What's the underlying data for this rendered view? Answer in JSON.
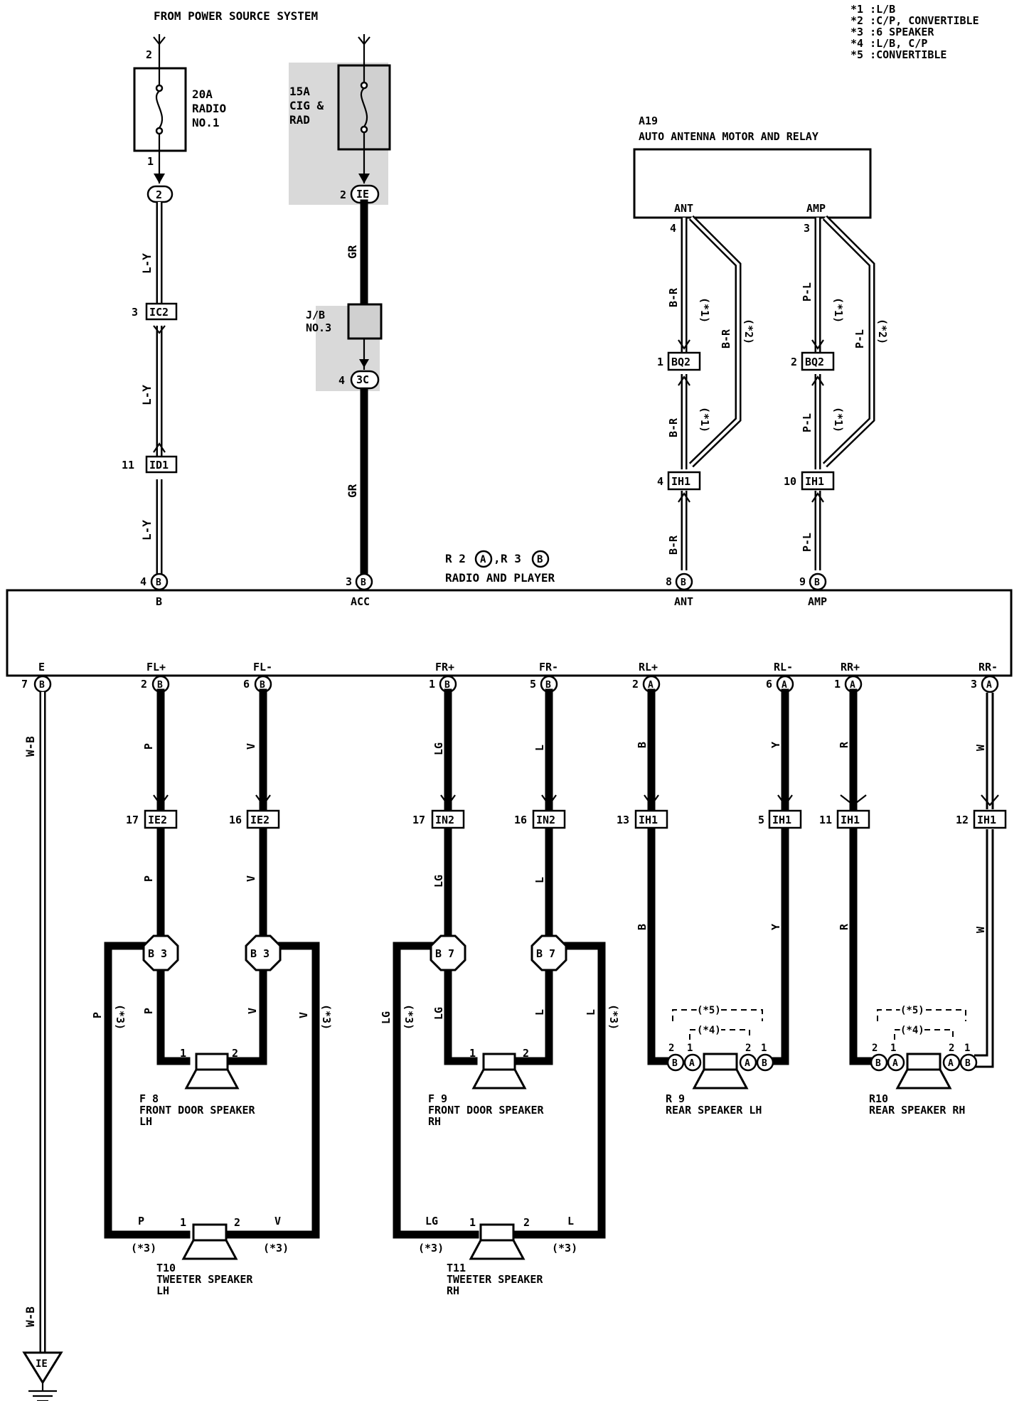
{
  "header": {
    "power_source": "FROM POWER SOURCE SYSTEM",
    "legend": [
      "*1 :L/B",
      "*2 :C/P, CONVERTIBLE",
      "*3 :6 SPEAKER",
      "*4 :L/B, C/P",
      "*5 :CONVERTIBLE"
    ]
  },
  "fuses": {
    "radio": {
      "lines": [
        "20A",
        "RADIO",
        "NO.1"
      ],
      "pin_top": "2",
      "pin_bottom": "1"
    },
    "cig": {
      "lines": [
        "15A",
        "CIG &",
        "RAD"
      ],
      "pin_top": ""
    }
  },
  "jb": {
    "lines": [
      "J/B",
      "NO.3"
    ]
  },
  "antenna": {
    "code": "A19",
    "title": "AUTO ANTENNA MOTOR AND RELAY",
    "ant": "ANT",
    "amp": "AMP",
    "ant_pin": "4",
    "amp_pin": "3"
  },
  "radio": {
    "title": "RADIO AND PLAYER",
    "codes": {
      "r2": "R 2",
      "a": "A",
      "r3": "R 3",
      "b": "B",
      "sep": ","
    },
    "top_terms": [
      {
        "name": "B",
        "pin": "4",
        "conn": "B"
      },
      {
        "name": "ACC",
        "pin": "3",
        "conn": "B"
      },
      {
        "name": "ANT",
        "pin": "8",
        "conn": "B"
      },
      {
        "name": "AMP",
        "pin": "9",
        "conn": "B"
      }
    ],
    "bottom_terms": [
      {
        "name": "E",
        "pin": "7",
        "conn": "B"
      },
      {
        "name": "FL+",
        "pin": "2",
        "conn": "B"
      },
      {
        "name": "FL-",
        "pin": "6",
        "conn": "B"
      },
      {
        "name": "FR+",
        "pin": "1",
        "conn": "B"
      },
      {
        "name": "FR-",
        "pin": "5",
        "conn": "B"
      },
      {
        "name": "RL+",
        "pin": "2",
        "conn": "A"
      },
      {
        "name": "RL-",
        "pin": "6",
        "conn": "A"
      },
      {
        "name": "RR+",
        "pin": "1",
        "conn": "A"
      },
      {
        "name": "RR-",
        "pin": "3",
        "conn": "A"
      }
    ]
  },
  "connectors": {
    "c2": {
      "label": "2",
      "pin": "1"
    },
    "ie": {
      "label": "IE",
      "pin": "2"
    },
    "ic2": {
      "label": "IC2",
      "pin": "3"
    },
    "id1": {
      "label": "ID1",
      "pin": "11"
    },
    "c3c": {
      "label": "3C",
      "pin": "4"
    },
    "bq2a": {
      "label": "BQ2",
      "pin": "1"
    },
    "bq2b": {
      "label": "BQ2",
      "pin": "2"
    },
    "ih1a": {
      "label": "IH1",
      "pin": "4"
    },
    "ih1b": {
      "label": "IH1",
      "pin": "10"
    },
    "ie2a": {
      "label": "IE2",
      "pin": "17"
    },
    "ie2b": {
      "label": "IE2",
      "pin": "16"
    },
    "in2a": {
      "label": "IN2",
      "pin": "17"
    },
    "in2b": {
      "label": "IN2",
      "pin": "16"
    },
    "ih1c": {
      "label": "IH1",
      "pin": "13"
    },
    "ih1d": {
      "label": "IH1",
      "pin": "5"
    },
    "ih1e": {
      "label": "IH1",
      "pin": "11"
    },
    "ih1f": {
      "label": "IH1",
      "pin": "12"
    }
  },
  "wires": {
    "ly": "L-Y",
    "gr": "GR",
    "br": "B-R",
    "pl": "P-L",
    "wb": "W-B",
    "p": "P",
    "v": "V",
    "lg": "LG",
    "l": "L",
    "b": "B",
    "y": "Y",
    "r": "R",
    "w": "W",
    "s1": "(*1)",
    "s2": "(*2)",
    "s3": "(*3)",
    "s4": "(*4)",
    "s5": "(*5)"
  },
  "junctions": {
    "b3": "B 3",
    "b7": "B 7"
  },
  "speakers": {
    "f8": {
      "code": "F 8",
      "lines": [
        "FRONT DOOR SPEAKER",
        "LH"
      ],
      "p1": "1",
      "p2": "2"
    },
    "f9": {
      "code": "F 9",
      "lines": [
        "FRONT DOOR SPEAKER",
        "RH"
      ],
      "p1": "1",
      "p2": "2"
    },
    "r9": {
      "code": "R 9",
      "lines": [
        "REAR SPEAKER LH"
      ]
    },
    "r10": {
      "code": "R10",
      "lines": [
        "REAR SPEAKER RH"
      ]
    },
    "t10": {
      "code": "T10",
      "lines": [
        "TWEETER SPEAKER",
        "LH"
      ],
      "p1": "1",
      "p2": "2"
    },
    "t11": {
      "code": "T11",
      "lines": [
        "TWEETER SPEAKER",
        "RH"
      ],
      "p1": "1",
      "p2": "2"
    },
    "rear_pins": {
      "a": "2",
      "b": "1",
      "c": "2",
      "d": "1"
    },
    "rear_conn": {
      "b": "B",
      "a": "A"
    }
  },
  "ground": {
    "label": "IE"
  }
}
